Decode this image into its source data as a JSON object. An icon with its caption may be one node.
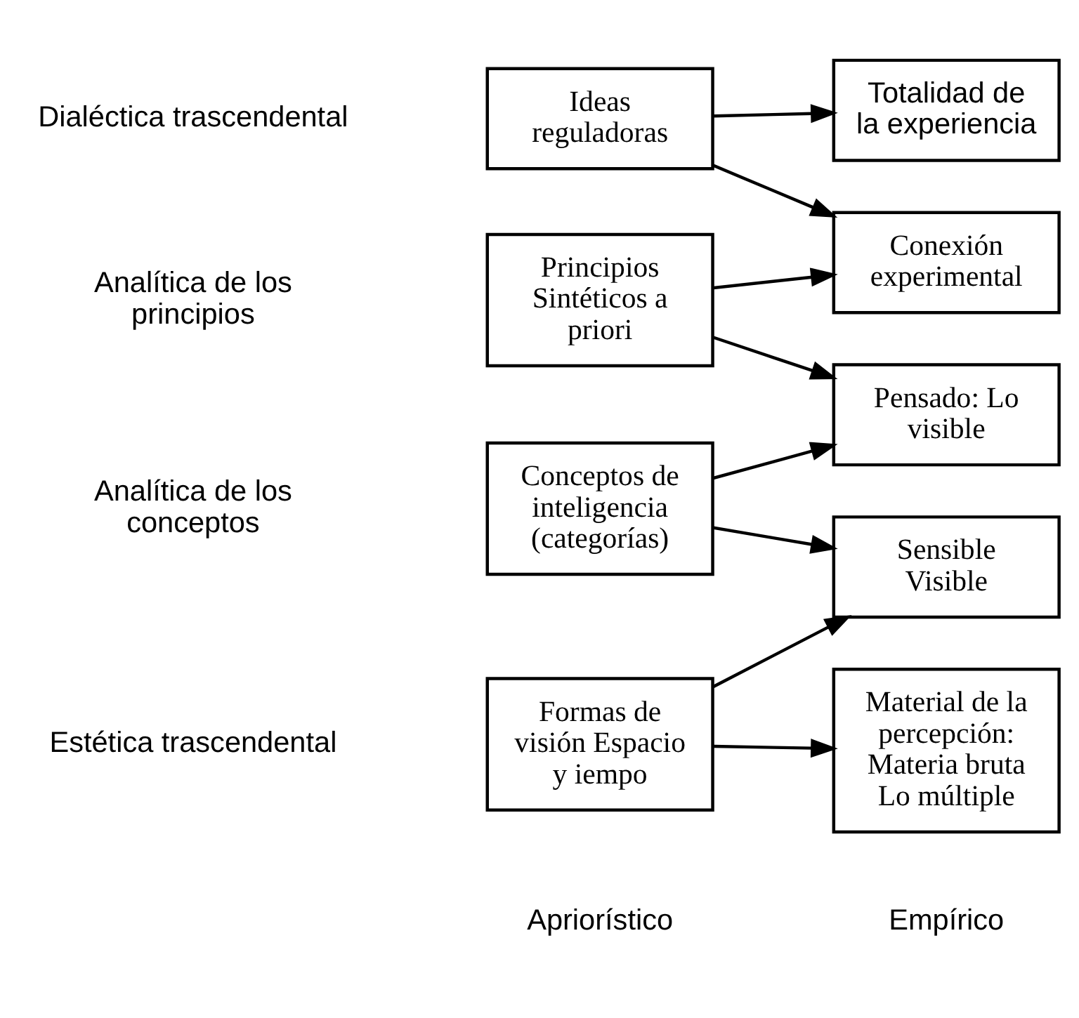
{
  "diagram": {
    "nodes": [
      {
        "text": [
          "Formas de visión Espacio y iempo"
        ]
      },
      {
        "text": [
          "Material de la percepción: Materia bruta Lo múltiple"
        ]
      },
      {
        "text": [
          "Conceptos de inteligencia (categorías)"
        ]
      },
      {
        "text": [
          "Sensible Visible"
        ]
      },
      {
        "text": [
          "Principios Sintéticos a priori"
        ]
      },
      {
        "text": [
          "Pensado: Lo visible"
        ]
      },
      {
        "text": [
          "Conexión experimental"
        ]
      },
      {
        "text": [
          "Ideas reguladoras"
        ]
      },
      {
        "text": [
          "Totalidad de la experiencia"
        ]
      }
    ],
    "edges": [
      {
        "from": 0,
        "to": 1,
        "arrow": "to"
      },
      {
        "from": 0,
        "to": 3,
        "arrow": "to"
      },
      {
        "from": 2,
        "to": 3,
        "arrow": "to"
      },
      {
        "from": 2,
        "to": 5,
        "arrow": "to"
      },
      {
        "from": 4,
        "to": 5,
        "arrow": "to"
      },
      {
        "from": 4,
        "to": 6,
        "arrow": "to"
      },
      {
        "from": 7,
        "to": 6,
        "arrow": "to"
      },
      {
        "from": 7,
        "to": 8,
        "arrow": "to"
      }
    ],
    "labels": [
      "Apriorístico",
      "Empírico",
      "Estética trascendental",
      "Analítica de los conceptos",
      "Analítica de los principios",
      "Dialéctica trascendental"
    ]
  }
}
